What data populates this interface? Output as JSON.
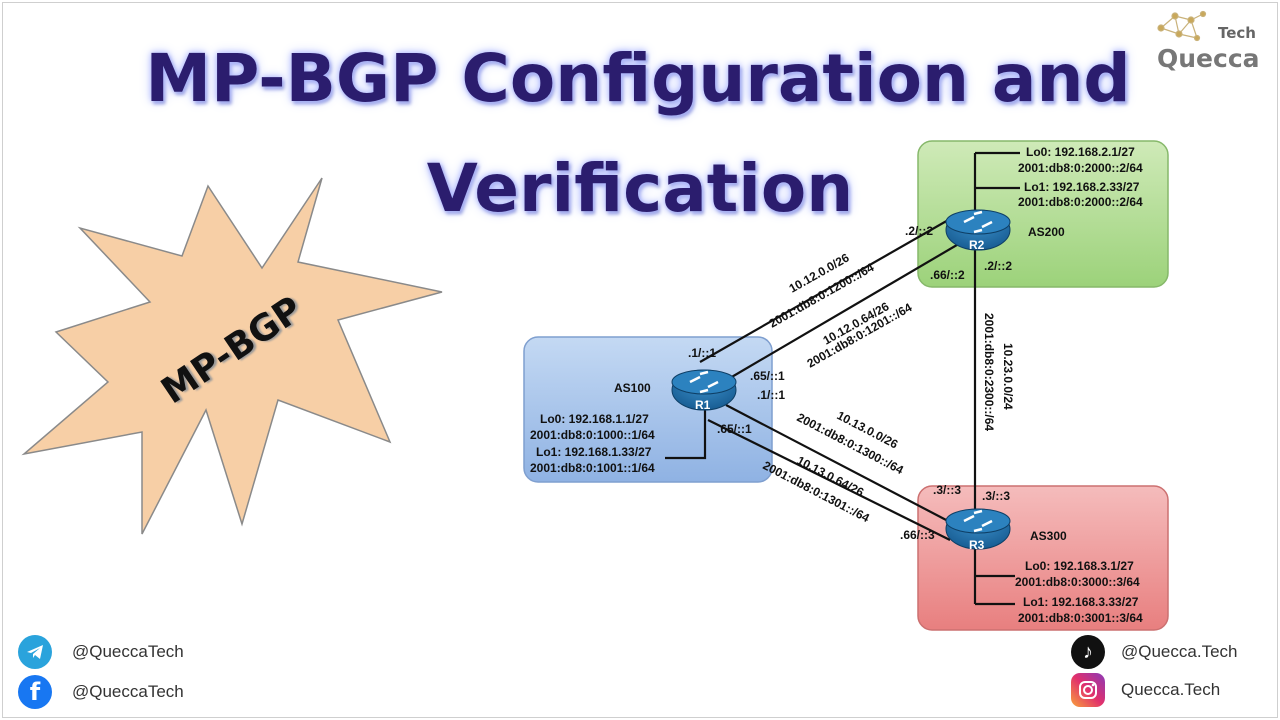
{
  "title": {
    "line1": "MP-BGP Configuration and",
    "line2": "Verification"
  },
  "badge": {
    "label": "MP-BGP"
  },
  "logo": {
    "small": "Tech",
    "large": "Quecca"
  },
  "socials": {
    "telegram": "@QueccaTech",
    "facebook": "@QueccaTech",
    "tiktok": "@Quecca.Tech",
    "instagram": "Quecca.Tech"
  },
  "colors": {
    "title": "#2b1d6e",
    "as100_fill": "#9dbde8",
    "as200_fill": "#a8d88a",
    "as300_fill": "#ec8f8f",
    "router": "#1f6fa8",
    "starburst": "#f7cfa6"
  },
  "diagram": {
    "as100": {
      "name": "AS100",
      "router": "R1",
      "lo0_v4": "Lo0: 192.168.1.1/27",
      "lo0_v6": "2001:db8:0:1000::1/64",
      "lo1_v4": "Lo1: 192.168.1.33/27",
      "lo1_v6": "2001:db8:0:1001::1/64"
    },
    "as200": {
      "name": "AS200",
      "router": "R2",
      "lo0_v4": "Lo0: 192.168.2.1/27",
      "lo0_v6": "2001:db8:0:2000::2/64",
      "lo1_v4": "Lo1: 192.168.2.33/27",
      "lo1_v6": "2001:db8:0:2000::2/64"
    },
    "as300": {
      "name": "AS300",
      "router": "R3",
      "lo0_v4": "Lo0: 192.168.3.1/27",
      "lo0_v6": "2001:db8:0:3000::3/64",
      "lo1_v4": "Lo1: 192.168.3.33/27",
      "lo1_v6": "2001:db8:0:3001::3/64"
    },
    "links": {
      "r1r2_a_v4": "10.12.0.0/26",
      "r1r2_a_v6": "2001:db8:0:1200::/64",
      "r1r2_b_v4": "10.12.0.64/26",
      "r1r2_b_v6": "2001:db8:0:1201::/64",
      "r1r3_a_v4": "10.13.0.0/26",
      "r1r3_a_v6": "2001:db8:0:1300::/64",
      "r1r3_b_v4": "10.13.0.64/26",
      "r1r3_b_v6": "2001:db8:0:1301::/64",
      "r2r3_v4": "10.23.0.0/24",
      "r2r3_v6": "2001:db8:0:2300::/64"
    },
    "ifaces": {
      "r1_a": ".1/::1",
      "r1_b": ".65/::1",
      "r1_c": ".1/::1",
      "r1_d": ".65/::1",
      "r2_a": ".2/::2",
      "r2_b": ".66/::2",
      "r2_c": ".2/::2",
      "r3_a": ".3/::3",
      "r3_b": ".3/::3",
      "r3_c": ".66/::3"
    }
  }
}
